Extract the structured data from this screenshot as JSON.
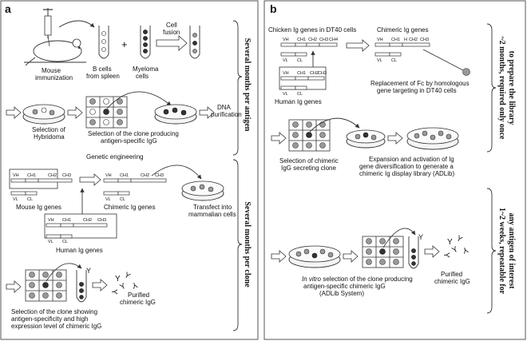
{
  "panel_a": {
    "letter": "a",
    "labels": {
      "mouse": "Mouse",
      "immunization": "immunization",
      "b_cells": "B cells",
      "from_spleen": "from spleen",
      "myeloma": "Myeloma",
      "cells": "cells",
      "cell_fusion_1": "Cell",
      "cell_fusion_2": "fusion",
      "plus": "+",
      "selection_of": "Selection of",
      "hybridoma": "Hybridoma",
      "clone_producing_1": "Selection of the clone producing",
      "clone_producing_2": "antigen-specific IgG",
      "dna_1": "DNA",
      "dna_2": "purification",
      "genetic_engineering": "Genetic engineering",
      "mouse_ig_genes": "Mouse Ig genes",
      "chimeric_ig_genes": "Chimeric Ig genes",
      "human_ig_genes": "Human Ig genes",
      "transfect_1": "Transfect into",
      "transfect_2": "mammalian cells",
      "final_1": "Selection of the clone showing",
      "final_2": "antigen-specificity and high",
      "final_3": "expression level of chimeric IgG",
      "purified_1": "Purified",
      "purified_2": "chimeric IgG"
    },
    "side_top": "Several months per antigen",
    "side_bottom": "Several months per clone"
  },
  "panel_b": {
    "letter": "b",
    "labels": {
      "chicken_ig": "Chicken Ig genes in DT40 cells",
      "chimeric_ig": "Chimeric Ig genes",
      "human_ig": "Human Ig genes",
      "replacement_1": "Replacement of Fc by homologous",
      "replacement_2": "gene targeting in DT40 cells",
      "selection_1": "Selection of chimeric",
      "selection_2": "IgG secreting clone",
      "expansion_1": "Expansion and activation of Ig",
      "expansion_2": "gene diversification to generate a",
      "expansion_3": "chimeric Ig display library (ADLib)",
      "invitro_italic": "In vitro",
      "invitro_rest": " selection of the clone producing",
      "invitro_2": "antigen-specific  chimeric IgG",
      "invitro_3": "(ADLib System)",
      "purified_1": "Purified",
      "purified_2": "chimeric IgG"
    },
    "side_top_1": "~2 months, required only once",
    "side_top_2": "to prepare the library",
    "side_bottom_1": "1~2 weeks, repeatable for",
    "side_bottom_2": "any antigen of interest"
  },
  "gene_labels": {
    "vh": "VH",
    "ch1": "CH1",
    "h": "H",
    "ch2": "CH2",
    "ch3": "CH3",
    "ch4": "CH4",
    "vl": "VL",
    "cl": "CL"
  }
}
